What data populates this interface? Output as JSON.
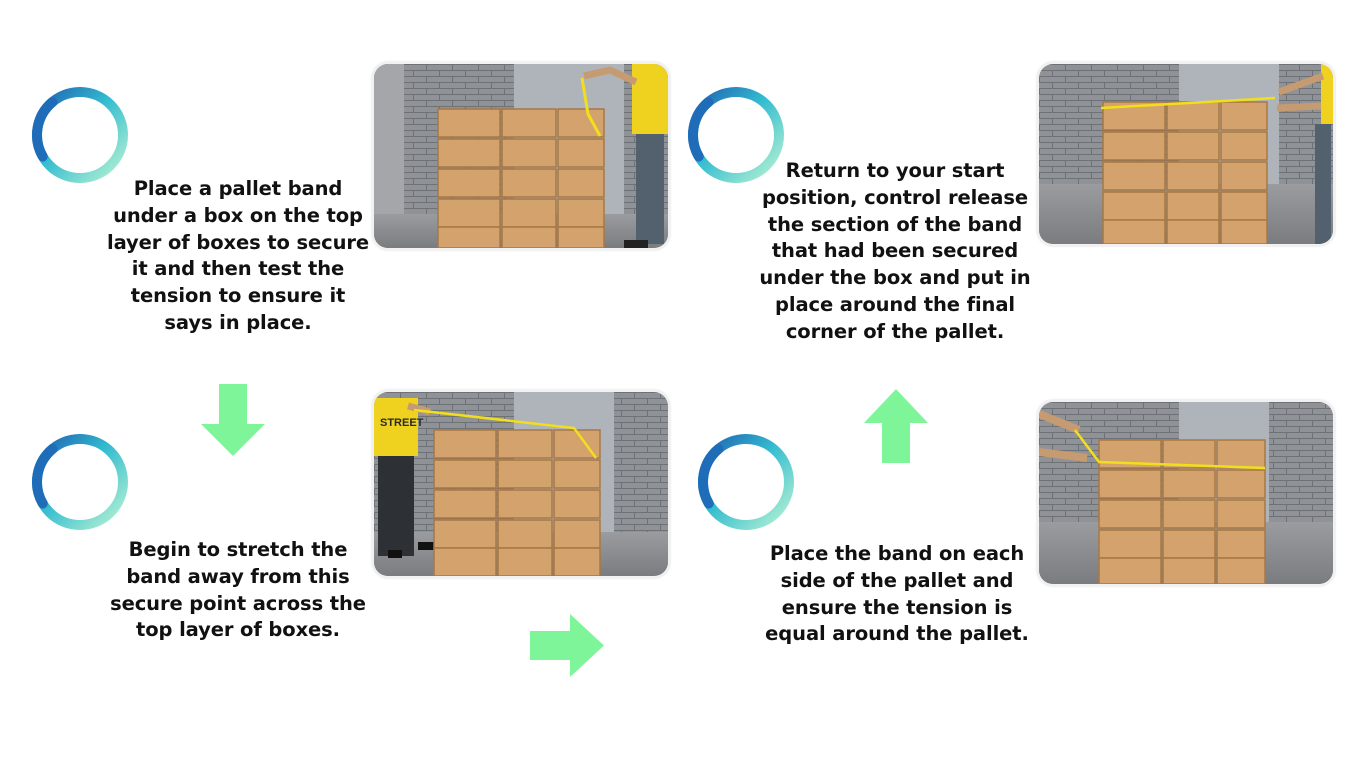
{
  "colors": {
    "arrow": "#7ff59a",
    "ring_dark": "#1e72b8",
    "ring_mid": "#37c6cf",
    "ring_light": "#a9f0c9",
    "box": "#d4a36d",
    "shirt": "#f0d322",
    "wall": "#8e9196",
    "floor": "#8a8c90",
    "door": "#b9c0c6"
  },
  "steps": [
    {
      "text": "Place a pallet band under a box on the top layer of boxes to secure it and then test the tension to ensure it says in place.",
      "icon": "progress-ring-icon",
      "photo": "person-securing-band-photo"
    },
    {
      "text": "Begin to stretch the band away from this secure point across the top layer of boxes.",
      "icon": "progress-ring-icon",
      "photo": "person-stretching-band-photo",
      "shirt_text": "STREET"
    },
    {
      "text": "Place the band on each side of the pallet and ensure the tension is equal around the pallet.",
      "icon": "progress-ring-icon",
      "photo": "band-around-pallet-photo"
    },
    {
      "text": "Return to your start position, control release the section of the band that had been secured under the box and put in place around the final corner of the pallet.",
      "icon": "progress-ring-icon",
      "photo": "band-final-corner-photo"
    }
  ],
  "arrows": [
    "arrow-down-icon",
    "arrow-right-icon",
    "arrow-up-icon"
  ]
}
